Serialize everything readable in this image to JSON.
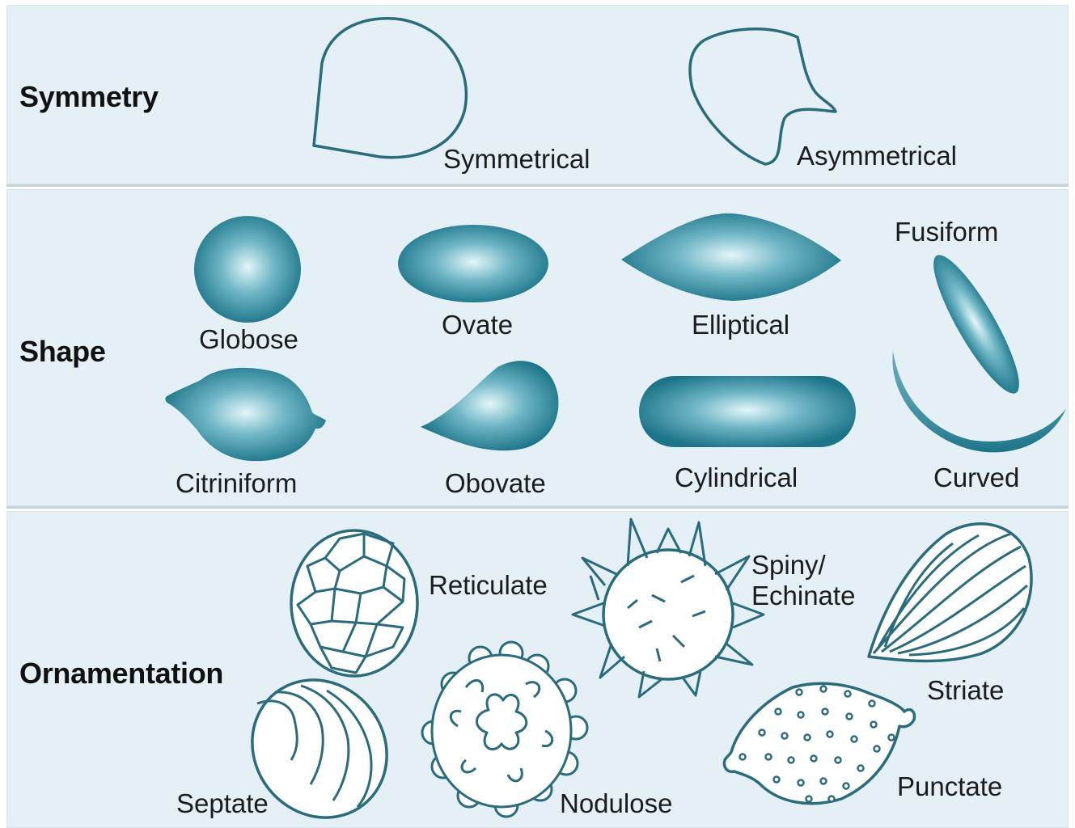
{
  "sections": {
    "symmetry": "Symmetry",
    "shape": "Shape",
    "ornamentation": "Ornamentation"
  },
  "labels": {
    "symmetrical": "Symmetrical",
    "asymmetrical": "Asymmetrical",
    "globose": "Globose",
    "ovate": "Ovate",
    "elliptical": "Elliptical",
    "fusiform": "Fusiform",
    "citriniform": "Citriniform",
    "obovate": "Obovate",
    "cylindrical": "Cylindrical",
    "curved": "Curved",
    "reticulate": "Reticulate",
    "spiny_1": "Spiny/",
    "spiny_2": "Echinate",
    "striate": "Striate",
    "septate": "Septate",
    "nodulose": "Nodulose",
    "punctate": "Punctate"
  },
  "colors": {
    "panel": "#e4f0f6",
    "spore_dark": "#1f7a8e",
    "spore_light": "#d4f0f5",
    "outline": "#2a6b7c"
  }
}
